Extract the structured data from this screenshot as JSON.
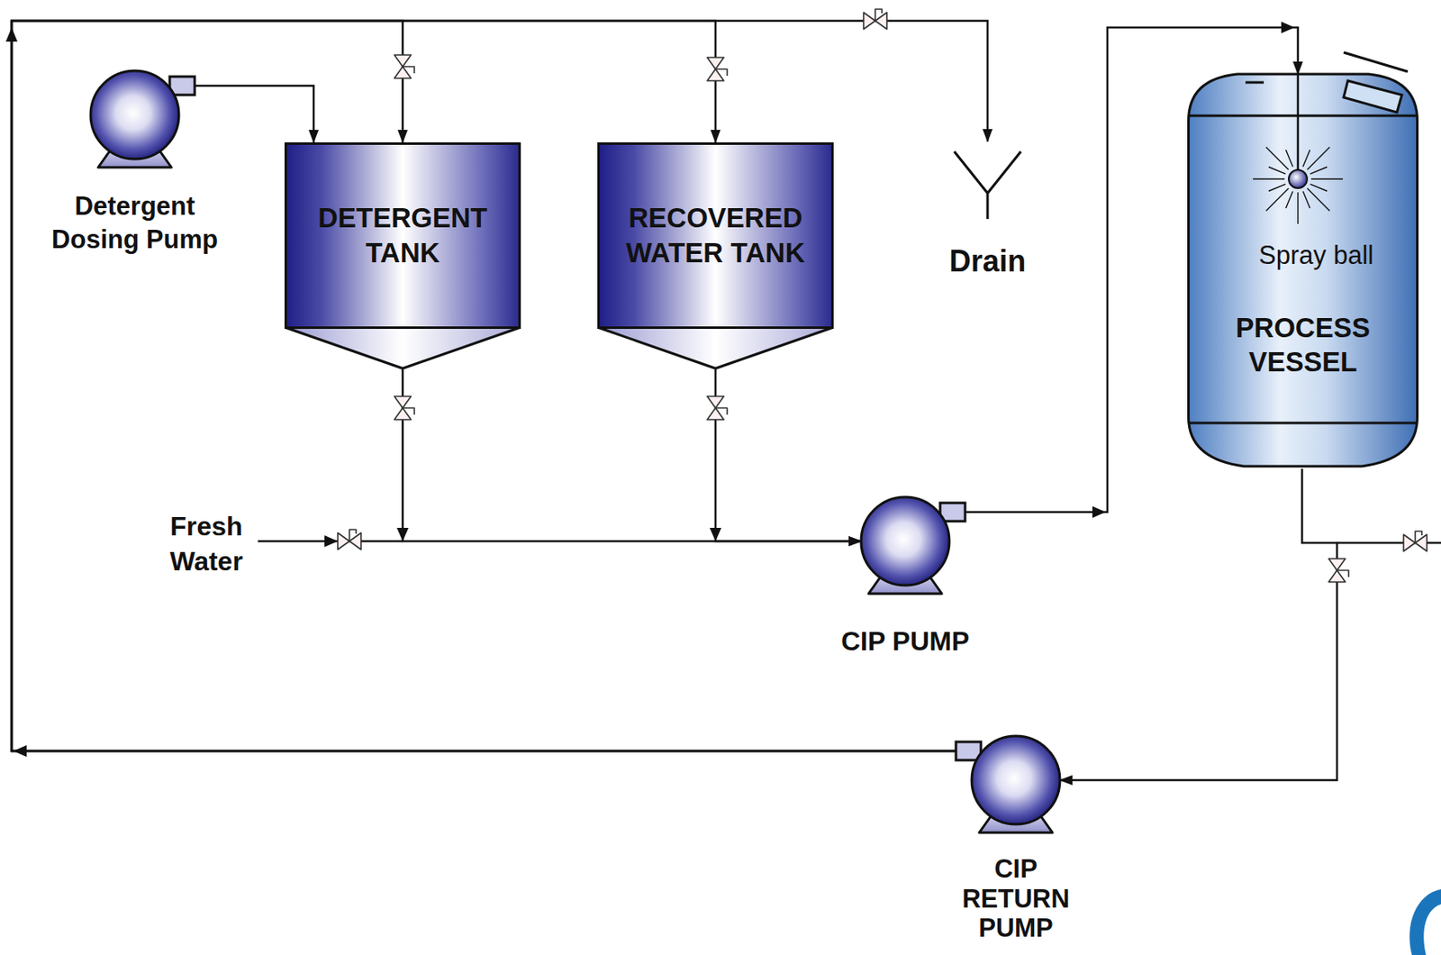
{
  "diagram": {
    "nodes": [
      {
        "text": [
          "Detergent Dosing Pump"
        ]
      },
      {
        "text": [
          "DETERGENT TANK"
        ]
      },
      {
        "text": [
          "RECOVERED WATER TANK"
        ]
      },
      {
        "text": [
          "Drain"
        ]
      },
      {
        "text": [
          "Spray ball",
          "PROCESS VESSEL"
        ]
      },
      {
        "text": [
          "CIP PUMP"
        ]
      },
      {
        "text": [
          "CIP RETURN PUMP"
        ]
      }
    ],
    "edges": [
      {
        "from": 0,
        "to": 1,
        "arrow": "to"
      },
      {
        "from": 6,
        "to": 1,
        "arrow": "to"
      },
      {
        "from": 6,
        "to": 2,
        "arrow": "to"
      },
      {
        "from": 6,
        "to": 3,
        "arrow": "to"
      },
      {
        "from": 1,
        "to": 5,
        "arrow": "to"
      },
      {
        "from": 2,
        "to": 5,
        "arrow": "to"
      },
      {
        "from": 5,
        "to": 4,
        "arrow": "to"
      },
      {
        "from": 4,
        "to": 6,
        "arrow": "to"
      }
    ],
    "labels": [
      "Fresh Water"
    ]
  }
}
